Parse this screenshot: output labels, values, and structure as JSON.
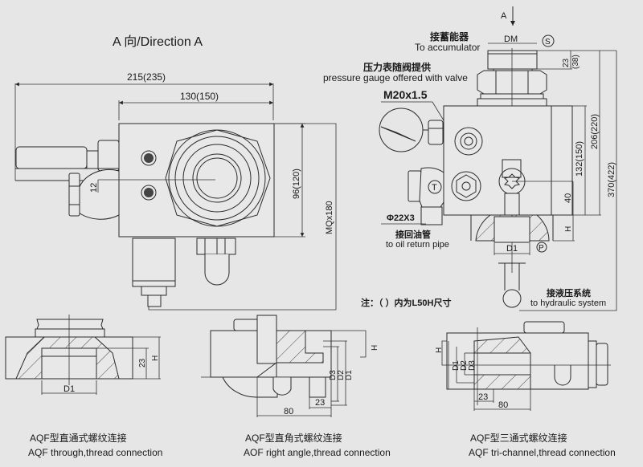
{
  "view_a": {
    "title": "A 向/Direction A",
    "dim_total_width": "215(235)",
    "dim_block_width": "130(150)",
    "dim_block_height": "96(120)",
    "dim_offset": "12",
    "dim_mq": "MQx180"
  },
  "side_view": {
    "arrow_label": "A",
    "dm_label": "DM",
    "s_port": "S",
    "accumulator_cn": "接蓄能器",
    "accumulator_en": "To accumulator",
    "gauge_cn": "压力表随阀提供",
    "gauge_en": "pressure gauge offered with valve",
    "thread_label": "M20x1.5",
    "t_port": "T",
    "pipe_label": "Φ22X3",
    "return_cn": "接回油管",
    "return_en": "to oil return pipe",
    "d1_label": "D1",
    "p_port": "P",
    "hydraulic_cn": "接液压系统",
    "hydraulic_en": "to hydraulic system",
    "dim_23": "23",
    "dim_38": "(38)",
    "dim_206": "206(220)",
    "dim_132": "132(150)",
    "dim_370": "370(422)",
    "dim_40": "40",
    "dim_h": "H",
    "note": "注：（ ）内为L50H尺寸"
  },
  "details": [
    {
      "name_cn": "AQF型直通式螺纹连接",
      "name_en": "AQF through,thread connection",
      "dims": {
        "d1": "D1",
        "d23": "23",
        "h": "H"
      }
    },
    {
      "name_cn": "AQF型直角式螺纹连接",
      "name_en": "AOF right angle,thread connection",
      "dims": {
        "d1": "D1",
        "d2": "D2",
        "d3": "D3",
        "h": "H",
        "d23": "23",
        "d80": "80"
      }
    },
    {
      "name_cn": "AQF型三通式螺纹连接",
      "name_en": "AQF tri-channel,thread connection",
      "dims": {
        "d1": "D1",
        "d2": "D2",
        "d3": "D3",
        "h": "H",
        "d23": "23",
        "d80": "80"
      }
    }
  ]
}
